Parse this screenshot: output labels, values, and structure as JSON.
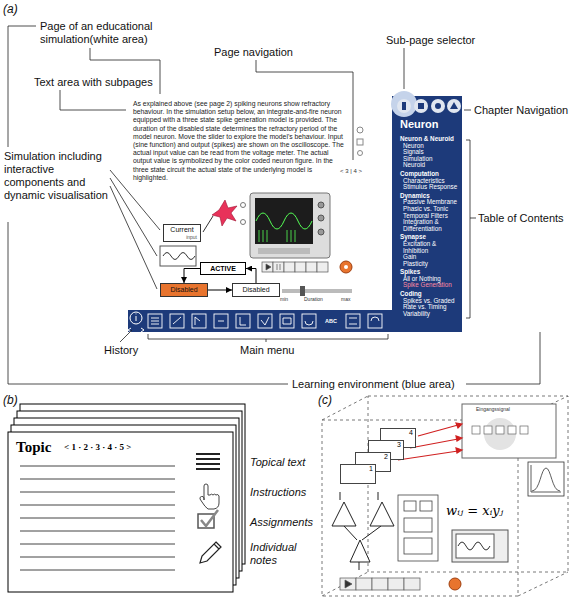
{
  "diagram": {
    "nodes": [
      {
        "text": [
          "Neuron",
          "Neuron & Neuroid",
          "Neuron",
          "Signals",
          "Simulation",
          "Neuroid",
          "Computation",
          "Characteristics",
          "Stimulus Response",
          "Dynamics",
          "Passive Membrane",
          "Phasic vs. Tonic",
          "Temporal Filters",
          "Integration & Differentiation",
          "Synapse",
          "Excitation & Inhibition",
          "Gain",
          "Plasticity",
          "Spikes",
          "All or Nothing",
          "Spike Generation",
          "Coding",
          "Spikes vs. Graded",
          "Rate vs. Timing",
          "Variability"
        ]
      },
      {
        "text": [
          "As explained above (see page 2) spiking neurons show refractory behaviour. In the simulation setup below, an integrate-and-fire neuron equipped with a three state spike generation model is provided. The duration of the disabled state determines the refractory period of the model neuron. Move the slider to explore the model's behaviour. Input (sine function) and output (spikes) are shown on the oscilloscope. The actual input value can be read from the voltage meter. The actual output value is symbolized by the color coded neuron figure. In the three state circuit the actual state of the underlying model is highlighted."
        ],
        "in": 0
      },
      {
        "text": [
          "Current",
          "input"
        ],
        "in": 1
      },
      {
        "text": [
          "ACTIVE"
        ],
        "in": 1
      },
      {
        "text": [
          "Disabled"
        ],
        "in": 1
      },
      {
        "text": [
          "Disabled"
        ],
        "in": 1
      },
      {
        "text": [
          "Topic",
          "< 1 · 2 · 3 · 4 · 5 >"
        ]
      },
      {
        "text": [
          "1"
        ]
      },
      {
        "text": [
          "2"
        ]
      },
      {
        "text": [
          "3"
        ]
      },
      {
        "text": [
          "4"
        ]
      }
    ],
    "edges": [
      {
        "from": 3,
        "to": 4,
        "arrow": "to"
      },
      {
        "from": 4,
        "to": 5,
        "arrow": "to"
      },
      {
        "from": 5,
        "to": 3,
        "arrow": "to"
      }
    ],
    "labels": [
      "(a)",
      "Page of an educational simulation(white area)",
      "Page navigation",
      "Sub-page selector",
      "Text area with subpages",
      "Chapter Navigation",
      "Simulation including interactive components and dynamic visualisation",
      "Table of Contents",
      "History",
      "Main menu",
      "Learning environment (blue area)",
      "< 3 | 4 >",
      "ABC",
      "min",
      "Duration",
      "max",
      "(b)",
      "Topical text",
      "Instructions",
      "Assignments",
      "Individual notes",
      "(c)",
      "wᵢⱼ = xᵢyⱼ",
      "Eingangssignal"
    ]
  }
}
